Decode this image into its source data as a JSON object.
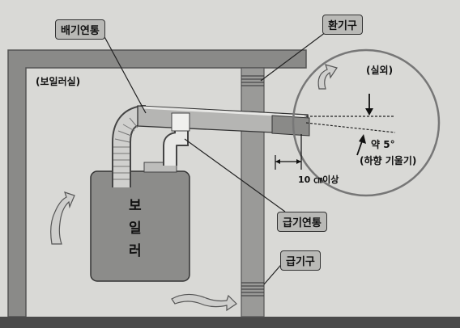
{
  "labels": {
    "exhaust_flue": "배기연통",
    "vent": "환기구",
    "boiler_room": "(보일러실)",
    "outdoor": "(실외)",
    "boiler": [
      "보",
      "일",
      "러"
    ],
    "intake_flue": "급기연통",
    "intake_vent": "급기구",
    "angle": "약 5°",
    "slope": "(하향 기울기)",
    "distance": "10 ㎝이상"
  }
}
